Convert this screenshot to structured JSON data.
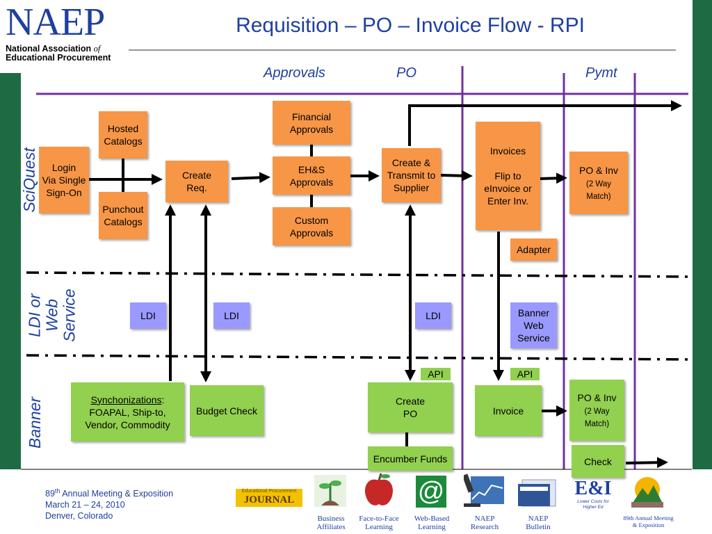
{
  "header": {
    "logo_big": "NAEP",
    "logo_line1": "National Association",
    "logo_of": "of",
    "logo_line2": "Educational Procurement",
    "title": "Requisition – PO – Invoice Flow - RPI"
  },
  "columns": {
    "approvals": "Approvals",
    "po": "PO",
    "pymt": "Pymt"
  },
  "lanes": {
    "sciquest": "SciQuest",
    "ldi_line1": "LDI or",
    "ldi_line2": "Web",
    "ldi_line3": "Service",
    "banner": "Banner"
  },
  "boxes": {
    "login": [
      "Login",
      "Via Single",
      "Sign-On"
    ],
    "hosted": [
      "Hosted",
      "Catalogs"
    ],
    "punchout": [
      "Punchout",
      "Catalogs"
    ],
    "create_req": [
      "Create",
      "Req."
    ],
    "financial": [
      "Financial",
      "Approvals"
    ],
    "ehs": [
      "EH&S",
      "Approvals"
    ],
    "custom": [
      "Custom",
      "Approvals"
    ],
    "create_transmit": [
      "Create &",
      "Transmit to",
      "Supplier"
    ],
    "invoices": [
      "Invoices",
      "",
      "Flip to",
      "eInvoice or",
      "Enter Inv."
    ],
    "po_inv_top": "PO & Inv",
    "po_inv_top_sub": [
      "(2 Way",
      "Match)"
    ],
    "adapter": "Adapter",
    "ldi": "LDI",
    "banner_ws": [
      "Banner",
      "Web",
      "Service"
    ],
    "api": "API",
    "sync_label": "Synchonizations",
    "sync_colon": ":",
    "sync_rest": [
      "FOAPAL, Ship-to,",
      "Vendor, Commodity"
    ],
    "budget_check": "Budget Check",
    "create_po": [
      "Create",
      "PO"
    ],
    "encumber": "Encumber Funds",
    "invoice": "Invoice",
    "po_inv_bottom": "PO  & Inv",
    "po_inv_bottom_sub": [
      "(2  Way",
      "Match)"
    ],
    "check": "Check"
  },
  "footer": {
    "meeting_num": "89",
    "meeting_sup": "th",
    "meeting_rest": " Annual Meeting & Exposition",
    "dates": "March 21 – 24, 2010",
    "location": "Denver, Colorado",
    "journal_top": "Educational Procurement",
    "journal": "JOURNAL",
    "affiliates": [
      "Business",
      "Affiliates"
    ],
    "f2f": [
      "Face-to-Face",
      "Learning"
    ],
    "web": [
      "Web-Based",
      "Learning"
    ],
    "research": [
      "NAEP",
      "Research"
    ],
    "bulletin": [
      "NAEP",
      "Bulletin"
    ],
    "ei_tag": "Lower Costs for Higher Ed",
    "annual": [
      "89th Annual Meeting",
      "& Exposition"
    ]
  },
  "colors": {
    "accent_blue": "#1f3fa0",
    "orange": "#f79646",
    "green": "#92d050",
    "lavender": "#9999ff",
    "purple": "#7030a0",
    "dark_green": "#1e6b43"
  }
}
